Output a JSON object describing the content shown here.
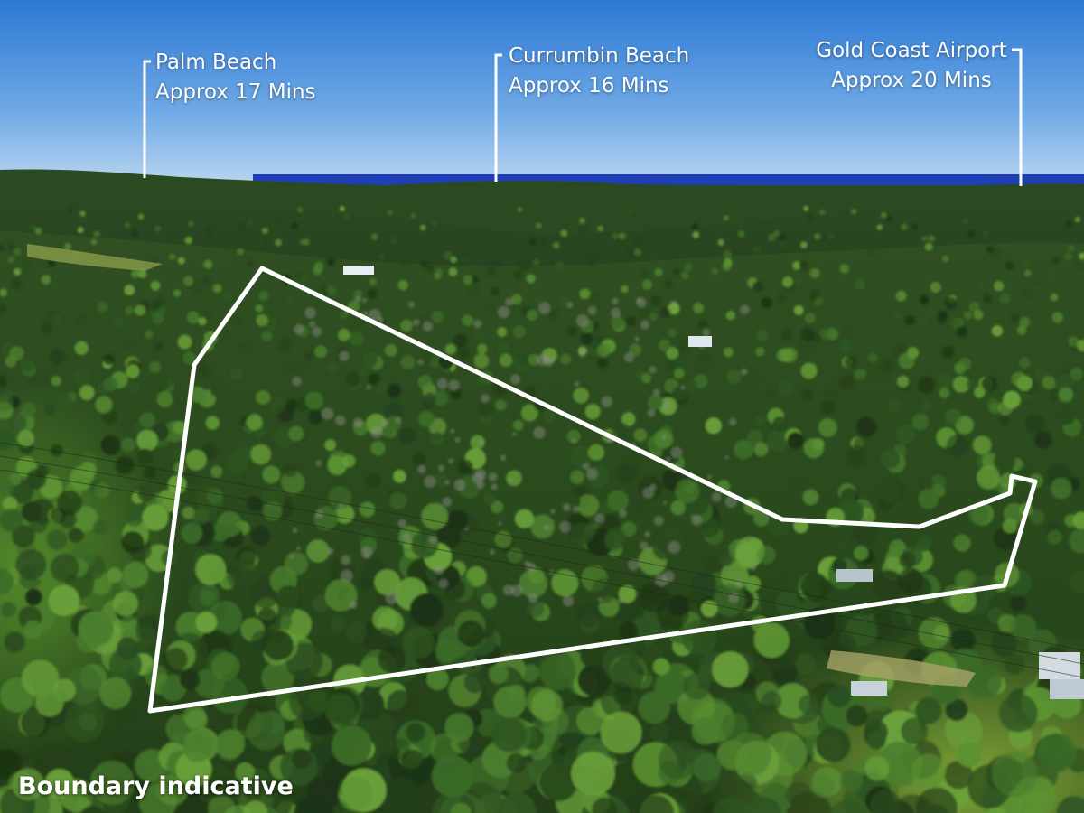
{
  "landmarks": [
    {
      "name": "Palm Beach",
      "time": "Approx 17 Mins"
    },
    {
      "name": "Currumbin Beach",
      "time": "Approx 16 Mins"
    },
    {
      "name": "Gold Coast Airport",
      "time": "Approx 20 Mins"
    }
  ],
  "caption": "Boundary indicative",
  "colors": {
    "sky_top": "#2f7fd8",
    "sky_bottom": "#a9cdee",
    "ocean": "#1f3fb8",
    "forest_dark": "#1f3515",
    "forest_mid": "#3c6b2a",
    "forest_light": "#7fae3a",
    "boundary_line": "#ffffff"
  }
}
